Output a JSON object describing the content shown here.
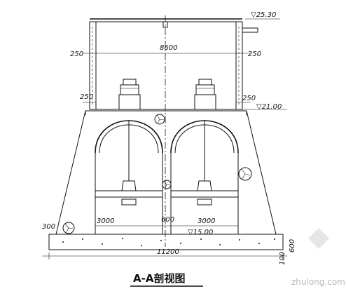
{
  "drawing": {
    "title": "A-A剖视图",
    "watermark": "zhulong.com",
    "elevations": {
      "top": "▽25.30",
      "mid": "▽21.00",
      "bottom": "▽15.00"
    },
    "dimensions": {
      "upper_span": "8600",
      "wall_left_upper": "250",
      "wall_right_upper": "250",
      "wall_left_lower": "250",
      "wall_right_lower": "250",
      "bay_left": "3000",
      "bay_right": "3000",
      "divider": "600",
      "base_offset": "300",
      "base_width": "11200",
      "base_thickness_a": "100",
      "base_thickness_b": "600"
    }
  }
}
